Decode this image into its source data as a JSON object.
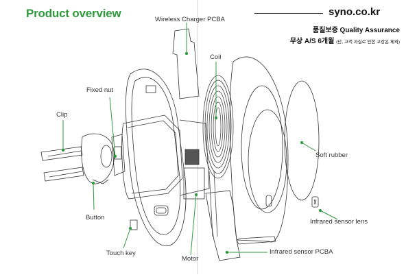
{
  "header": {
    "title": "Product overview",
    "brand": "syno.co.kr",
    "quality_line": "품질보증  Quality Assurance",
    "warranty_main": "무상 A/S 6개월",
    "warranty_note": "(단, 고객 과실로 인한 고장은 제외)"
  },
  "accent_color": "#2e9a3c",
  "labels": {
    "wireless_charger_pcba": "Wireless Charger PCBA",
    "coil": "Coil",
    "fixed_nut": "Fixed nut",
    "clip": "Clip",
    "soft_rubber": "Soft rubber",
    "button": "Button",
    "infrared_sensor_lens": "Infrared sensor lens",
    "touch_key": "Touch key",
    "motor": "Motor",
    "infrared_sensor_pcba": "Infrared sensor PCBA"
  }
}
